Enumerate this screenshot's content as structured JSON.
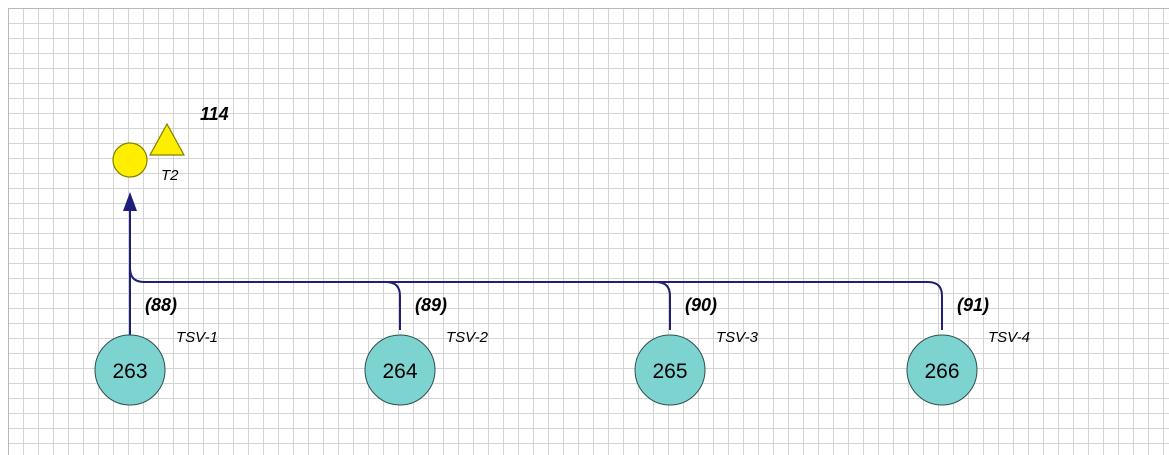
{
  "colors": {
    "line": "#1f1f7a",
    "node_fill": "#7dd3d0",
    "node_stroke": "#2f4f4f",
    "source_fill": "#ffee00",
    "source_stroke": "#808000"
  },
  "source": {
    "id": "114",
    "name": "T2",
    "icon": "circle-triangle-icon"
  },
  "nodes": [
    {
      "id": "263",
      "link": "(88)",
      "name": "TSV-1"
    },
    {
      "id": "264",
      "link": "(89)",
      "name": "TSV-2"
    },
    {
      "id": "265",
      "link": "(90)",
      "name": "TSV-3"
    },
    {
      "id": "266",
      "link": "(91)",
      "name": "TSV-4"
    }
  ]
}
